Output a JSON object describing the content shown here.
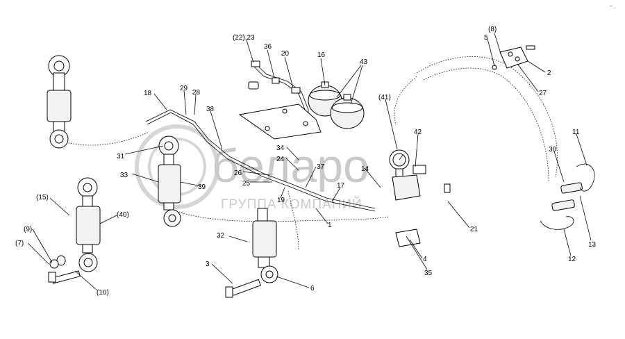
{
  "watermark": {
    "brand": "беларо",
    "subtitle": "ГРУППА КОМПАНИЙ"
  },
  "corner_mark": "\"\" ...",
  "callouts": [
    {
      "id": "c-22-23",
      "text": "(22),23"
    },
    {
      "id": "c-36",
      "text": "36"
    },
    {
      "id": "c-20",
      "text": "20"
    },
    {
      "id": "c-16",
      "text": "16"
    },
    {
      "id": "c-43",
      "text": "43"
    },
    {
      "id": "c-8",
      "text": "(8)"
    },
    {
      "id": "c-5",
      "text": "5"
    },
    {
      "id": "c-2",
      "text": "2"
    },
    {
      "id": "c-27",
      "text": "27"
    },
    {
      "id": "c-18",
      "text": "18"
    },
    {
      "id": "c-29",
      "text": "29"
    },
    {
      "id": "c-28",
      "text": "28"
    },
    {
      "id": "c-38",
      "text": "38"
    },
    {
      "id": "c-41",
      "text": "(41)"
    },
    {
      "id": "c-42",
      "text": "42"
    },
    {
      "id": "c-11",
      "text": "11"
    },
    {
      "id": "c-30",
      "text": "30"
    },
    {
      "id": "c-31",
      "text": "31"
    },
    {
      "id": "c-34",
      "text": "34"
    },
    {
      "id": "c-24",
      "text": "24"
    },
    {
      "id": "c-33",
      "text": "33"
    },
    {
      "id": "c-26",
      "text": "26"
    },
    {
      "id": "c-37",
      "text": "37"
    },
    {
      "id": "c-14",
      "text": "14"
    },
    {
      "id": "c-25",
      "text": "25"
    },
    {
      "id": "c-39",
      "text": "39"
    },
    {
      "id": "c-17",
      "text": "17"
    },
    {
      "id": "c-19",
      "text": "19"
    },
    {
      "id": "c-15",
      "text": "(15)"
    },
    {
      "id": "c-40",
      "text": "(40)"
    },
    {
      "id": "c-1",
      "text": "1"
    },
    {
      "id": "c-21",
      "text": "21"
    },
    {
      "id": "c-13",
      "text": "13"
    },
    {
      "id": "c-9",
      "text": "(9)"
    },
    {
      "id": "c-32",
      "text": "32"
    },
    {
      "id": "c-7",
      "text": "(7)"
    },
    {
      "id": "c-4",
      "text": "4"
    },
    {
      "id": "c-12",
      "text": "12"
    },
    {
      "id": "c-3",
      "text": "3"
    },
    {
      "id": "c-35",
      "text": "35"
    },
    {
      "id": "c-6",
      "text": "6"
    },
    {
      "id": "c-10",
      "text": "(10)"
    }
  ]
}
